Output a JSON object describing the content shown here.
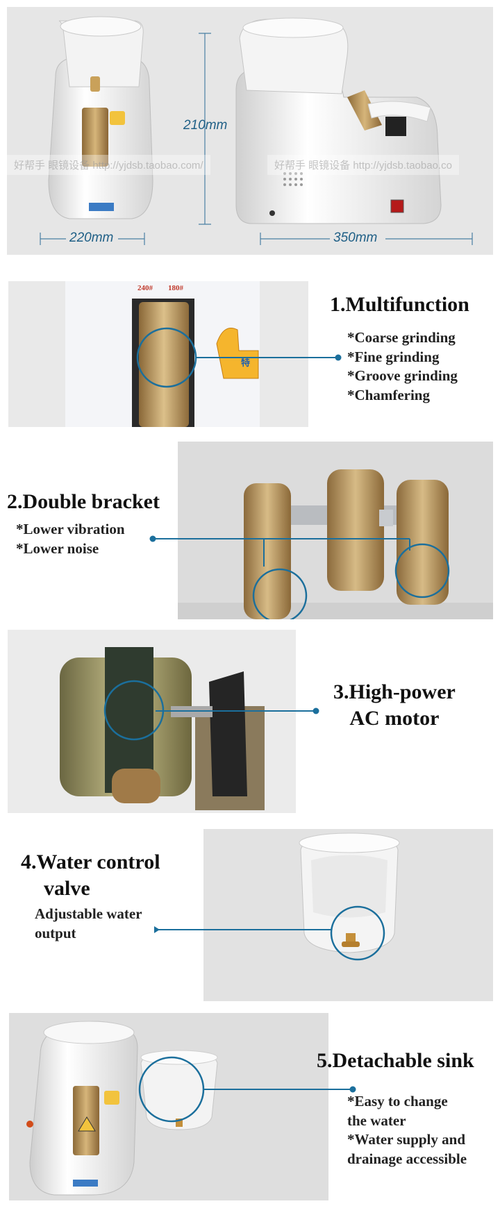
{
  "accent_color": "#1b6f9c",
  "dimensions": {
    "height": "210mm",
    "depth": "220mm",
    "width": "350mm"
  },
  "watermarks": [
    "好帮手 眼镜设备 http://yjdsb.taobao.com/",
    "好帮手 眼镜设备 http://yjdsb.taobao.co"
  ],
  "features": [
    {
      "title": "1.Multifunction",
      "points": [
        "*Coarse grinding",
        "*Fine grinding",
        "*Groove grinding",
        "*Chamfering"
      ],
      "photo_labels": [
        "240#",
        "180#"
      ]
    },
    {
      "title": "2.Double bracket",
      "points": [
        "*Lower vibration",
        "*Lower noise"
      ]
    },
    {
      "title_lines": [
        "3.High-power",
        "AC motor"
      ]
    },
    {
      "title_lines": [
        "4.Water control",
        "valve"
      ],
      "points": [
        "Adjustable water",
        "output"
      ]
    },
    {
      "title": "5.Detachable sink",
      "points": [
        "*Easy to change",
        "the water",
        "*Water supply and",
        "drainage accessible"
      ]
    }
  ]
}
